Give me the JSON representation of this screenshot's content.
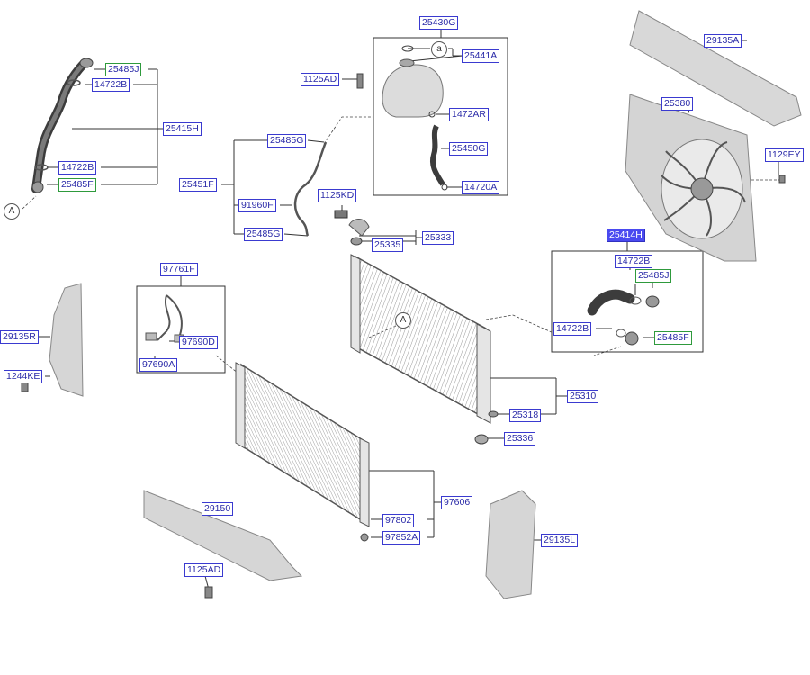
{
  "callouts": {
    "a_small": "a",
    "a_large": "A"
  },
  "labels": {
    "p25430G": "25430G",
    "p25441A": "25441A",
    "p1125AD_top": "1125AD",
    "p1472AR": "1472AR",
    "p25450G": "25450G",
    "p14720A": "14720A",
    "p25485J_left": "25485J",
    "p14722B_left_top": "14722B",
    "p25415H": "25415H",
    "p14722B_left_bot": "14722B",
    "p25485F_left": "25485F",
    "p25485G_top": "25485G",
    "p25451F": "25451F",
    "p91960F": "91960F",
    "p25485G_bot": "25485G",
    "p1125KD": "1125KD",
    "p25335": "25335",
    "p25333": "25333",
    "p29135A": "29135A",
    "p25380": "25380",
    "p1129EY": "1129EY",
    "p25414H": "25414H",
    "p14722B_right": "14722B",
    "p25485J_right": "25485J",
    "p14722B_right_bot": "14722B",
    "p25485F_right": "25485F",
    "p97761F": "97761F",
    "p97690D": "97690D",
    "p97690A": "97690A",
    "p29135R": "29135R",
    "p1244KE": "1244KE",
    "p25310": "25310",
    "p25318": "25318",
    "p25336": "25336",
    "p29150": "29150",
    "p1125AD_bot": "1125AD",
    "p97606": "97606",
    "p97802": "97802",
    "p97852A": "97852A",
    "p29135L": "29135L"
  },
  "colors": {
    "label_border": "#3a3ad0",
    "label_text": "#2a2aa8",
    "green_border": "#2e9a3c",
    "highlight": "#4a4af0"
  }
}
